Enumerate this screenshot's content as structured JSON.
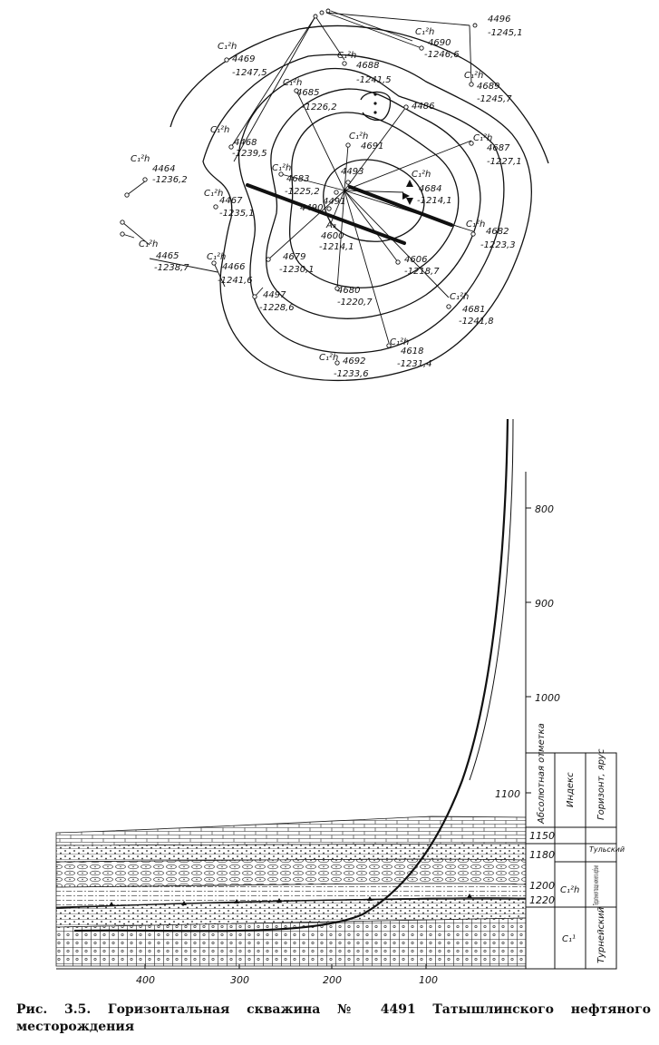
{
  "map": {
    "wells": [
      {
        "id": "4496",
        "elev": "-1245,1"
      },
      {
        "id": "4690",
        "elev": "-1246,6",
        "index": "C₁²h"
      },
      {
        "id": "4688",
        "elev": "-1241,5",
        "index": "C₁²h"
      },
      {
        "id": "4689",
        "elev": "-1245,7",
        "index": "C₁²h"
      },
      {
        "id": "4469",
        "elev": "-1247,5",
        "index": "C₁²h"
      },
      {
        "id": "4685",
        "elev": "-1226,2",
        "index": "C₁²h"
      },
      {
        "id": "4486",
        "elev": ""
      },
      {
        "id": "4468",
        "elev": "-1239,5",
        "index": "C₁²h"
      },
      {
        "id": "4691",
        "elev": "",
        "index": "C₁²h"
      },
      {
        "id": "4687",
        "elev": "-1227,1",
        "index": "C₁²h"
      },
      {
        "id": "4464",
        "elev": "-1236,2",
        "index": "C₁²h"
      },
      {
        "id": "4683",
        "elev": "-1225,2",
        "index": "C₁²h"
      },
      {
        "id": "4493",
        "elev": ""
      },
      {
        "id": "4684",
        "elev": "-1214,1",
        "index": "C₁²h"
      },
      {
        "id": "4467",
        "elev": "-1235,1",
        "index": "C₁²h"
      },
      {
        "id": "4491",
        "elev": ""
      },
      {
        "id": "4490",
        "elev": ""
      },
      {
        "id": "4600",
        "elev": "-1214,1",
        "marker": "A₃"
      },
      {
        "id": "4682",
        "elev": "-1223,3",
        "index": "C₁²h"
      },
      {
        "id": "4465",
        "elev": "-1238,7",
        "index": "C₁²h"
      },
      {
        "id": "4466",
        "elev": "-1241,6",
        "index": "C₁²h"
      },
      {
        "id": "4679",
        "elev": "-1230,1"
      },
      {
        "id": "4606",
        "elev": "-1218,7"
      },
      {
        "id": "4497",
        "elev": "-1228,6"
      },
      {
        "id": "4680",
        "elev": "-1220,7"
      },
      {
        "id": "4681",
        "elev": "-1241,8",
        "index": "C₁²h"
      },
      {
        "id": "4618",
        "elev": "-1231,4",
        "index": "C₁²h"
      },
      {
        "id": "4692",
        "elev": "-1233,6",
        "index": "C₁²h"
      }
    ]
  },
  "profile": {
    "depth_ticks": [
      "800",
      "900",
      "1000",
      "1100"
    ],
    "distance_ticks": [
      "400",
      "300",
      "200",
      "100"
    ],
    "table": {
      "col1_header": "Абсолютная отметка",
      "col2_header": "Индекс",
      "col3_header": "Горизонт, ярус",
      "rows": [
        {
          "mark": "1150",
          "index": "",
          "stage": ""
        },
        {
          "mark": "1180",
          "index": "",
          "stage": "Тульский"
        },
        {
          "mark": "1200",
          "index": "C₁²h",
          "stage": "Терригенная толща нижнего карбона"
        },
        {
          "mark": "1220",
          "index": "",
          "stage": ""
        },
        {
          "mark": "",
          "index": "C₁¹",
          "stage": "Турнейский"
        }
      ]
    }
  },
  "caption": "Рис. 3.5. Горизонтальная скважина № 4491 Татышлинского нефтяного месторождения"
}
